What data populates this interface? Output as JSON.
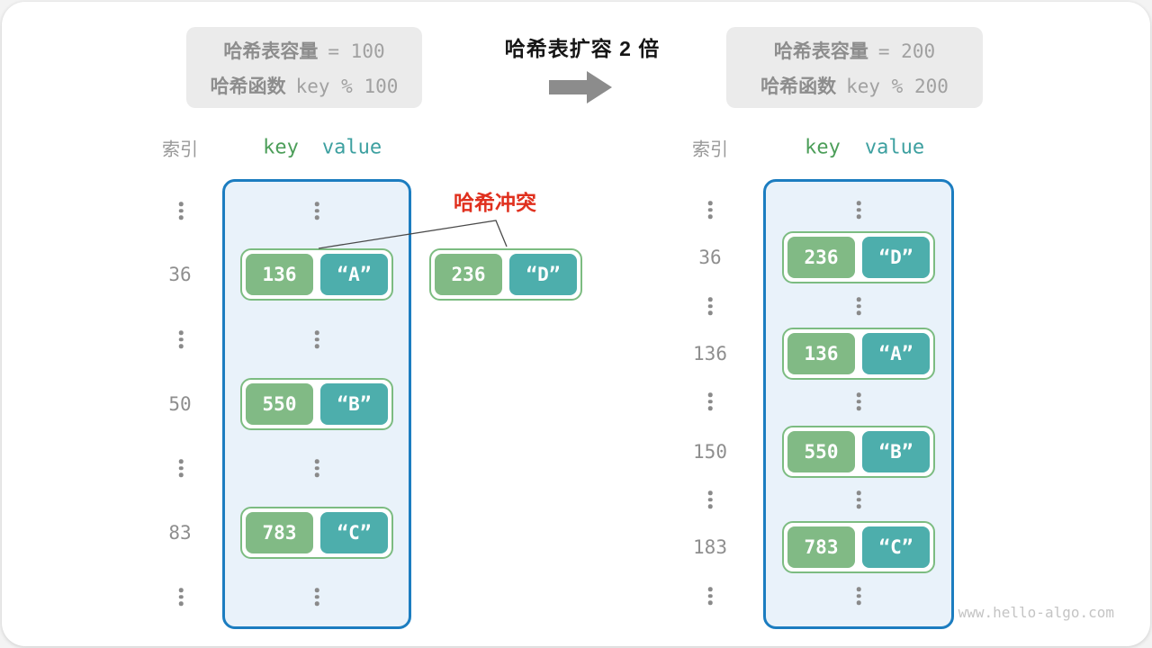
{
  "header": {
    "title": "哈希表扩容 2 倍"
  },
  "before": {
    "info": {
      "capacity_label": "哈希表容量",
      "capacity_value": "= 100",
      "function_label": "哈希函数",
      "function_value": "key % 100"
    },
    "headers": {
      "index": "索引",
      "key": "key",
      "value": "value"
    },
    "indices": [
      "36",
      "50",
      "83"
    ],
    "pairs": [
      {
        "key": "136",
        "value": "“A”"
      },
      {
        "key": "550",
        "value": "“B”"
      },
      {
        "key": "783",
        "value": "“C”"
      }
    ]
  },
  "collision": {
    "label": "哈希冲突",
    "pair": {
      "key": "236",
      "value": "“D”"
    }
  },
  "after": {
    "info": {
      "capacity_label": "哈希表容量",
      "capacity_value": "= 200",
      "function_label": "哈希函数",
      "function_value": "key % 200"
    },
    "headers": {
      "index": "索引",
      "key": "key",
      "value": "value"
    },
    "indices": [
      "36",
      "136",
      "150",
      "183"
    ],
    "pairs": [
      {
        "key": "236",
        "value": "“D”"
      },
      {
        "key": "136",
        "value": "“A”"
      },
      {
        "key": "550",
        "value": "“B”"
      },
      {
        "key": "783",
        "value": "“C”"
      }
    ]
  },
  "watermark": "www.hello-algo.com",
  "colors": {
    "bucket_border": "#1c7dc0",
    "bucket_bg": "#e9f2fa",
    "pair_border": "#7cbc81",
    "key_cell": "#81ba85",
    "value_cell": "#4daeac",
    "collision_red": "#e0301e",
    "header_key_green": "#4c9e59",
    "header_value_teal": "#3da0a0",
    "info_box_bg": "#ebebeb",
    "gray_text": "#8e8e8e"
  }
}
